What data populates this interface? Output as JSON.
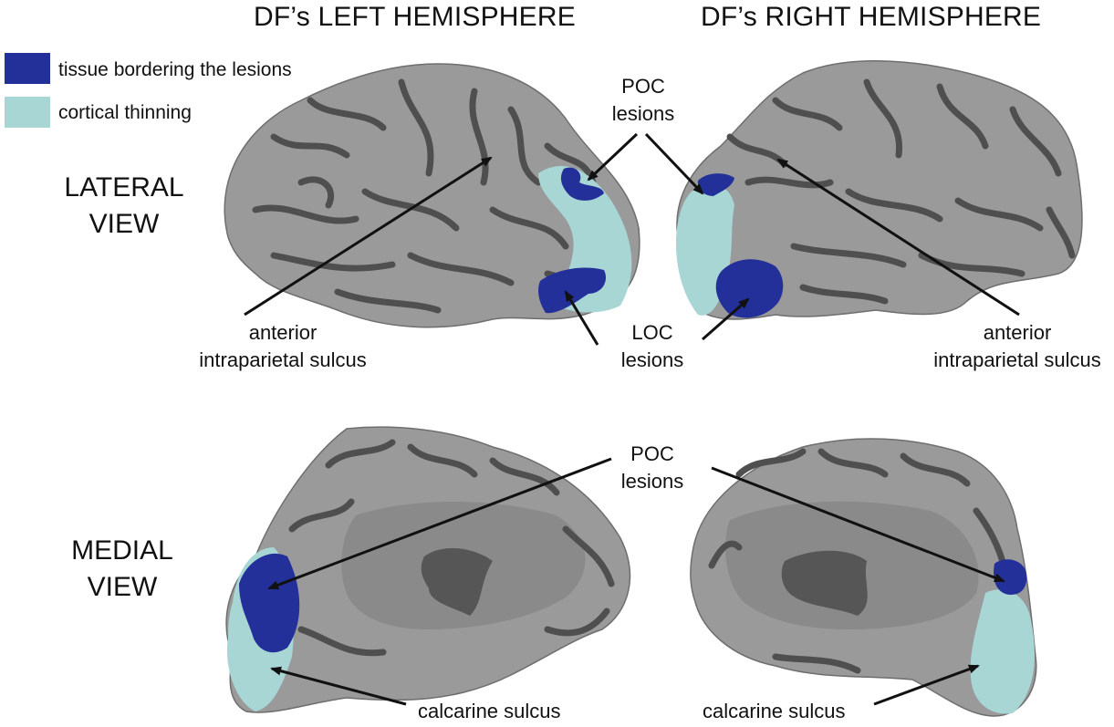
{
  "headers": {
    "left": "DF’s LEFT HEMISPHERE",
    "right": "DF’s RIGHT HEMISPHERE"
  },
  "views": {
    "lateral": [
      "LATERAL",
      "VIEW"
    ],
    "medial": [
      "MEDIAL",
      "VIEW"
    ]
  },
  "legend": [
    {
      "label": "tissue bordering the lesions",
      "color": "#23309a"
    },
    {
      "label": "cortical thinning",
      "color": "#a8d6d4"
    }
  ],
  "labels": {
    "poc_top": [
      "POC",
      "lesions"
    ],
    "loc": [
      "LOC",
      "lesions"
    ],
    "aips_left": [
      "anterior",
      "intraparietal sulcus"
    ],
    "aips_right": [
      "anterior",
      "intraparietal sulcus"
    ],
    "poc_bottom": [
      "POC",
      "lesions"
    ],
    "calcarine_left": "calcarine sulcus",
    "calcarine_right": "calcarine sulcus"
  },
  "colors": {
    "gyri": "#9a9a9a",
    "sulci": "#4f4f4f",
    "medial_wall": "#8a8a8a",
    "lesion": "#23309a",
    "thinning": "#a8d6d4"
  }
}
